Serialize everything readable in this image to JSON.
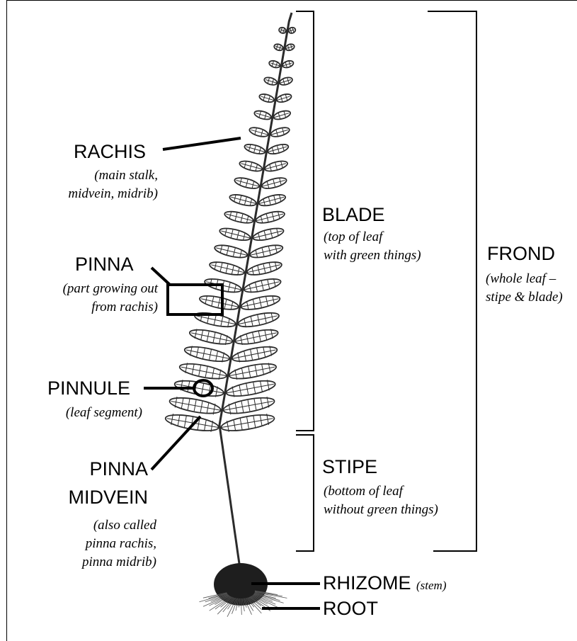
{
  "labels": {
    "rachis": {
      "title": "RACHIS",
      "desc1": "(main stalk,",
      "desc2": "midvein, midrib)"
    },
    "pinna": {
      "title": "PINNA",
      "desc1": "(part growing out",
      "desc2": "from rachis)"
    },
    "pinnule": {
      "title": "PINNULE",
      "desc1": "(leaf segment)"
    },
    "pinna_midvein": {
      "title1": "PINNA",
      "title2": "MIDVEIN",
      "desc1": "(also called",
      "desc2": "pinna rachis,",
      "desc3": "pinna midrib)"
    },
    "blade": {
      "title": "BLADE",
      "desc1": "(top of leaf",
      "desc2": "with green things)"
    },
    "stipe": {
      "title": "STIPE",
      "desc1": "(bottom of leaf",
      "desc2": "without green things)"
    },
    "frond": {
      "title": "FROND",
      "desc1": "(whole leaf –",
      "desc2": "stipe & blade)"
    },
    "rhizome": {
      "title": "RHIZOME",
      "desc": "(stem)"
    },
    "root": {
      "title": "ROOT"
    }
  },
  "colors": {
    "ink": "#000000",
    "fern": "#2b2b2b",
    "background": "#ffffff"
  }
}
